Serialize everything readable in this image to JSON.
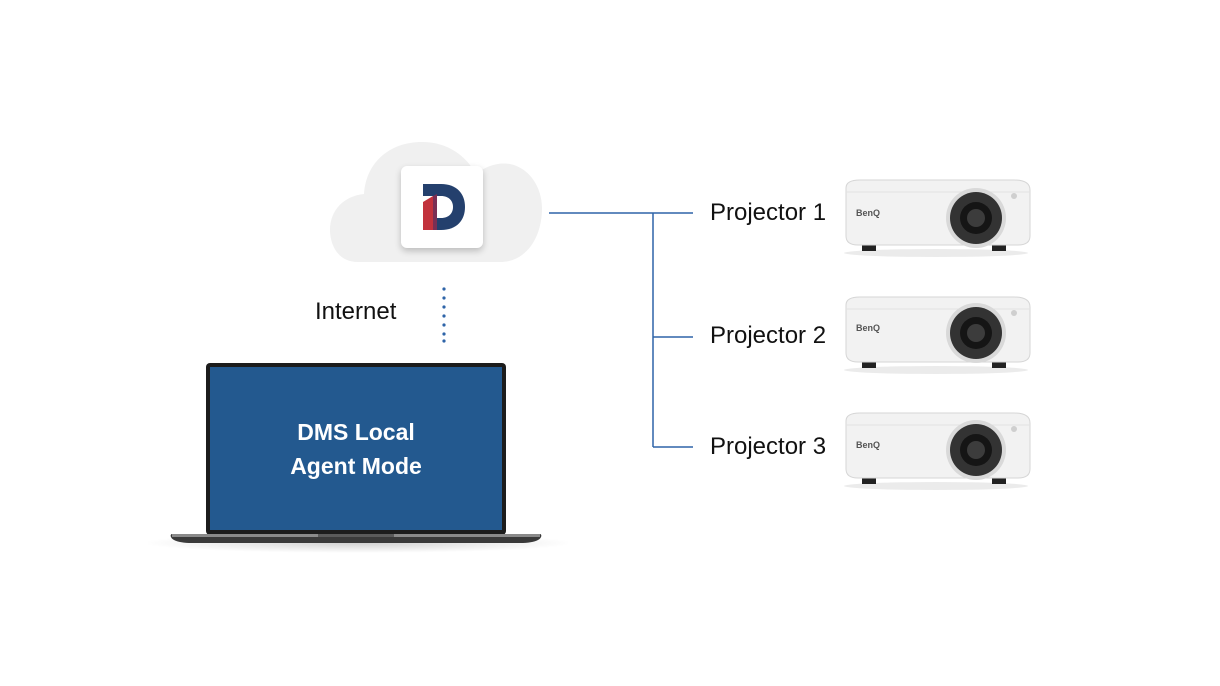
{
  "diagram": {
    "cloud": {
      "icon": "dms-d-logo-icon"
    },
    "internet_label": "Internet",
    "laptop": {
      "line1": "DMS Local",
      "line2": "Agent Mode",
      "screen_color": "#23598f"
    },
    "projectors": [
      {
        "label": "Projector 1",
        "brand": "BenQ"
      },
      {
        "label": "Projector 2",
        "brand": "BenQ"
      },
      {
        "label": "Projector 3",
        "brand": "BenQ"
      }
    ],
    "connector_color": "#2e64a8"
  }
}
